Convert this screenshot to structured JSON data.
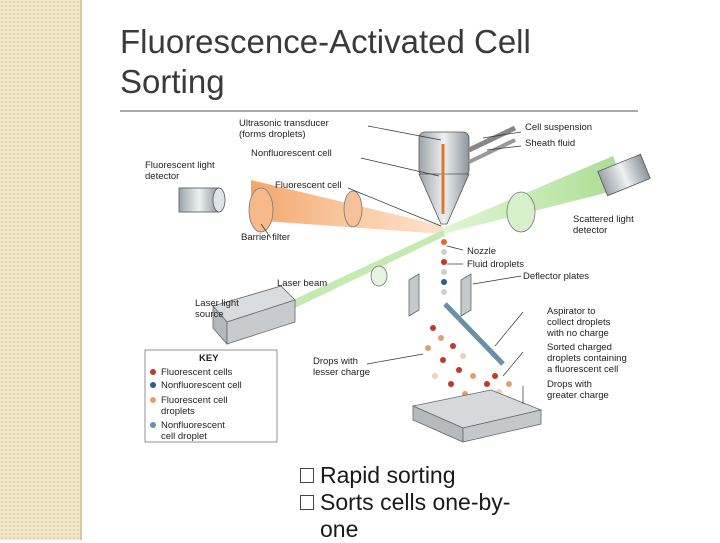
{
  "slide": {
    "title_line1": "Fluorescence-Activated Cell",
    "title_line2": "Sorting"
  },
  "diagram": {
    "labels": {
      "ultrasonic_transducer": "Ultrasonic transducer",
      "forms_droplets": "(forms droplets)",
      "cell_suspension": "Cell suspension",
      "sheath_fluid": "Sheath fluid",
      "nonfluorescent_cell": "Nonfluorescent cell",
      "fluorescent_light_detector_1": "Fluorescent light",
      "fluorescent_light_detector_2": "detector",
      "fluorescent_cell": "Fluorescent cell",
      "scattered_light_1": "Scattered light",
      "scattered_light_2": "detector",
      "barrier_filter": "Barrier filter",
      "nozzle": "Nozzle",
      "fluid_droplets": "Fluid droplets",
      "laser_beam": "Laser beam",
      "deflector_plates": "Deflector plates",
      "laser_light_source_1": "Laser light",
      "laser_light_source_2": "source",
      "aspirator_1": "Aspirator to",
      "aspirator_2": "collect droplets",
      "aspirator_3": "with no charge",
      "sorted_1": "Sorted charged",
      "sorted_2": "droplets containing",
      "sorted_3": "a fluorescent cell",
      "drops_lesser_1": "Drops with",
      "drops_lesser_2": "lesser charge",
      "drops_greater_1": "Drops with",
      "drops_greater_2": "greater charge"
    },
    "key": {
      "title": "KEY",
      "item1": "Fluorescent cells",
      "item2": "Nonfluorescent cell",
      "item3a": "Fluorescent cell",
      "item3b": "droplets",
      "item4a": "Nonfluorescent",
      "item4b": "cell droplet"
    },
    "colors": {
      "fluorescent_beam": "#f4a46a",
      "scatter_beam": "#a6dc8a",
      "laser_beam": "#b8e6a0",
      "fluorescent_cell": "#c0392b",
      "nonfluorescent_cell": "#2a5d8c"
    }
  },
  "bullets": [
    {
      "icon": "checkbox-icon",
      "text": "Rapid sorting"
    },
    {
      "icon": "checkbox-icon",
      "text": "Sorts cells one-by-"
    },
    {
      "icon": "",
      "text": "one"
    }
  ]
}
